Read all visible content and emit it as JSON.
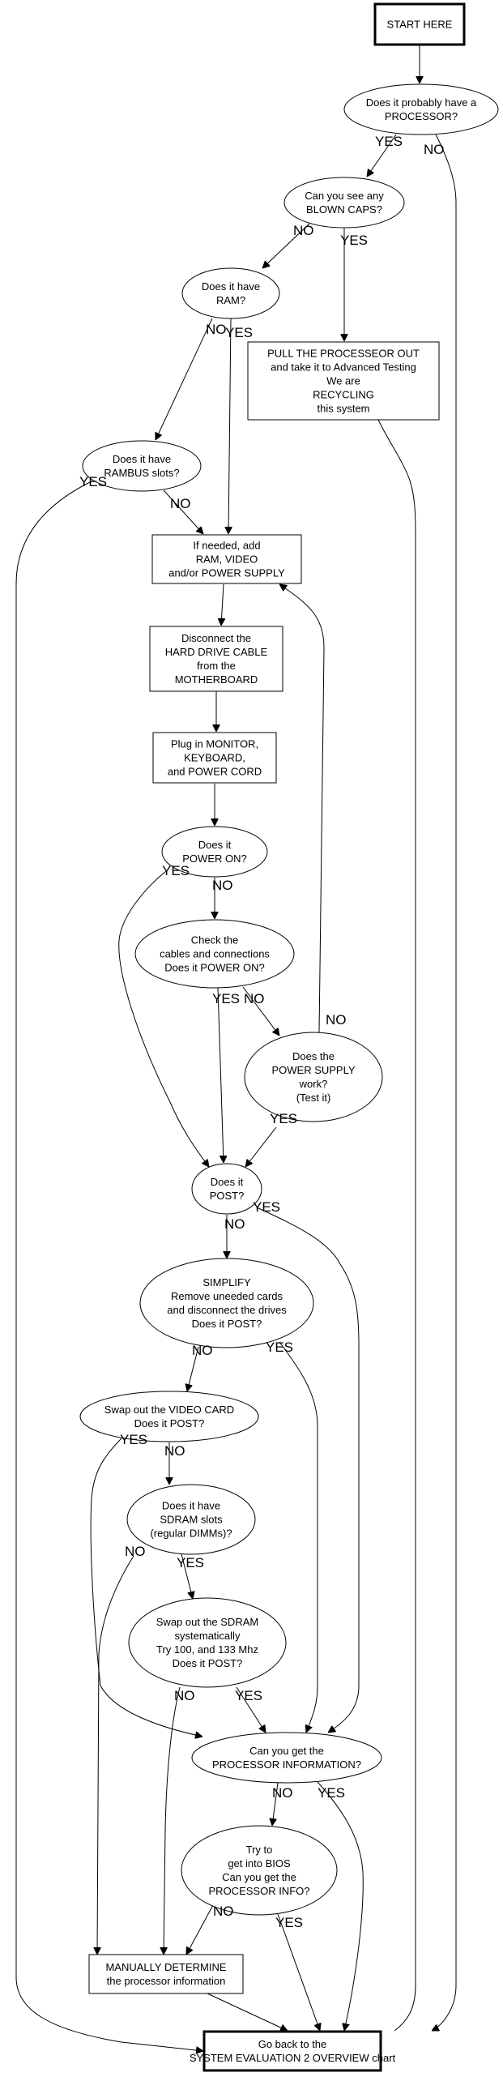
{
  "diagram": {
    "title": "Processor identification troubleshooting flowchart",
    "nodes": [
      {
        "id": "start",
        "shape": "box-bold",
        "lines": [
          "START HERE"
        ]
      },
      {
        "id": "has_processor",
        "shape": "ellipse",
        "lines": [
          "Does it probably have a",
          "PROCESSOR?"
        ]
      },
      {
        "id": "blown_caps",
        "shape": "ellipse",
        "lines": [
          "Can you see any",
          "BLOWN CAPS?"
        ]
      },
      {
        "id": "has_ram",
        "shape": "ellipse",
        "lines": [
          "Does it have",
          "RAM?"
        ]
      },
      {
        "id": "pull_processor",
        "shape": "box",
        "lines": [
          "PULL THE PROCESSEOR OUT",
          "and take it to Advanced Testing",
          "We are",
          "RECYCLING",
          "this system"
        ]
      },
      {
        "id": "rambus",
        "shape": "ellipse",
        "lines": [
          "Does it have",
          "RAMBUS slots?"
        ]
      },
      {
        "id": "add_parts",
        "shape": "box",
        "lines": [
          "If needed, add",
          "RAM, VIDEO",
          "and/or POWER SUPPLY"
        ]
      },
      {
        "id": "disconnect_hd",
        "shape": "box",
        "lines": [
          "Disconnect the",
          "HARD DRIVE CABLE",
          "from the",
          "MOTHERBOARD"
        ]
      },
      {
        "id": "plug_in",
        "shape": "box",
        "lines": [
          "Plug in MONITOR,",
          "KEYBOARD,",
          "and POWER CORD"
        ]
      },
      {
        "id": "power_on",
        "shape": "ellipse",
        "lines": [
          "Does it",
          "POWER ON?"
        ]
      },
      {
        "id": "check_cables",
        "shape": "ellipse",
        "lines": [
          "Check the",
          "cables and connections",
          "Does it POWER ON?"
        ]
      },
      {
        "id": "psu_works",
        "shape": "ellipse",
        "lines": [
          "Does the",
          "POWER SUPPLY",
          "work?",
          "(Test it)"
        ]
      },
      {
        "id": "post",
        "shape": "ellipse",
        "lines": [
          "Does it",
          "POST?"
        ]
      },
      {
        "id": "simplify",
        "shape": "ellipse",
        "lines": [
          "SIMPLIFY",
          "Remove uneeded cards",
          "and disconnect the drives",
          "Does it POST?"
        ]
      },
      {
        "id": "swap_video",
        "shape": "ellipse",
        "lines": [
          "Swap out the VIDEO CARD",
          "Does it POST?"
        ]
      },
      {
        "id": "sdram_slots",
        "shape": "ellipse",
        "lines": [
          "Does it have",
          "SDRAM slots",
          "(regular DIMMs)?"
        ]
      },
      {
        "id": "swap_sdram",
        "shape": "ellipse",
        "lines": [
          "Swap out the SDRAM",
          "systematically",
          "Try 100, and 133 Mhz",
          "Does it POST?"
        ]
      },
      {
        "id": "proc_info",
        "shape": "ellipse",
        "lines": [
          "Can you get the",
          "PROCESSOR INFORMATION?"
        ]
      },
      {
        "id": "bios",
        "shape": "ellipse",
        "lines": [
          "Try to",
          "get into BIOS",
          "Can you get the",
          "PROCESSOR INFO?"
        ]
      },
      {
        "id": "manual",
        "shape": "box",
        "lines": [
          "MANUALLY DETERMINE",
          "the processor information"
        ]
      },
      {
        "id": "go_back",
        "shape": "box-bold",
        "lines": [
          "Go back to the",
          "SYSTEM EVALUATION 2 OVERVIEW chart"
        ]
      }
    ],
    "edges": [
      {
        "from": "start",
        "to": "has_processor",
        "label": ""
      },
      {
        "from": "has_processor",
        "to": "blown_caps",
        "label": "YES"
      },
      {
        "from": "has_processor",
        "to": "go_back",
        "label": "NO"
      },
      {
        "from": "blown_caps",
        "to": "has_ram",
        "label": "NO"
      },
      {
        "from": "blown_caps",
        "to": "pull_processor",
        "label": "YES"
      },
      {
        "from": "has_ram",
        "to": "rambus",
        "label": "NO"
      },
      {
        "from": "has_ram",
        "to": "add_parts",
        "label": "YES"
      },
      {
        "from": "pull_processor",
        "to": "go_back",
        "label": ""
      },
      {
        "from": "rambus",
        "to": "go_back",
        "label": "YES"
      },
      {
        "from": "rambus",
        "to": "add_parts",
        "label": "NO"
      },
      {
        "from": "add_parts",
        "to": "disconnect_hd",
        "label": ""
      },
      {
        "from": "disconnect_hd",
        "to": "plug_in",
        "label": ""
      },
      {
        "from": "plug_in",
        "to": "power_on",
        "label": ""
      },
      {
        "from": "power_on",
        "to": "post",
        "label": "YES"
      },
      {
        "from": "power_on",
        "to": "check_cables",
        "label": "NO"
      },
      {
        "from": "check_cables",
        "to": "post",
        "label": "YES"
      },
      {
        "from": "check_cables",
        "to": "psu_works",
        "label": "NO"
      },
      {
        "from": "psu_works",
        "to": "add_parts",
        "label": "NO"
      },
      {
        "from": "psu_works",
        "to": "post",
        "label": "YES"
      },
      {
        "from": "post",
        "to": "simplify",
        "label": "NO"
      },
      {
        "from": "post",
        "to": "proc_info",
        "label": "YES"
      },
      {
        "from": "simplify",
        "to": "swap_video",
        "label": "NO"
      },
      {
        "from": "simplify",
        "to": "proc_info",
        "label": "YES"
      },
      {
        "from": "swap_video",
        "to": "proc_info",
        "label": "YES"
      },
      {
        "from": "swap_video",
        "to": "sdram_slots",
        "label": "NO"
      },
      {
        "from": "sdram_slots",
        "to": "manual",
        "label": "NO"
      },
      {
        "from": "sdram_slots",
        "to": "swap_sdram",
        "label": "YES"
      },
      {
        "from": "swap_sdram",
        "to": "manual",
        "label": "NO"
      },
      {
        "from": "swap_sdram",
        "to": "proc_info",
        "label": "YES"
      },
      {
        "from": "proc_info",
        "to": "bios",
        "label": "NO"
      },
      {
        "from": "proc_info",
        "to": "go_back",
        "label": "YES"
      },
      {
        "from": "bios",
        "to": "manual",
        "label": "NO"
      },
      {
        "from": "bios",
        "to": "go_back",
        "label": "YES"
      },
      {
        "from": "manual",
        "to": "go_back",
        "label": ""
      }
    ]
  }
}
